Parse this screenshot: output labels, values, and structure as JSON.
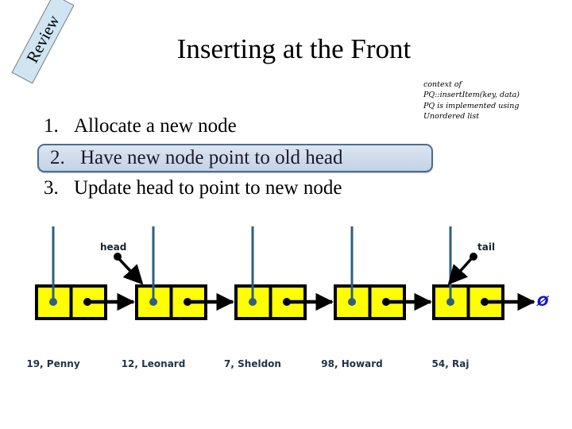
{
  "slide": {
    "review_tag": "Review",
    "title": "Inserting at the Front",
    "context_note": [
      "context of",
      "PQ::insertItem(key, data)",
      "PQ is implemented using",
      "Unordered list"
    ],
    "steps": [
      {
        "num": "1.",
        "text": "Allocate a new node",
        "highlighted": false
      },
      {
        "num": "2.",
        "text": "Have new node point to old head",
        "highlighted": true
      },
      {
        "num": "3.",
        "text": "Update head to point to new node",
        "highlighted": false
      }
    ]
  },
  "diagram": {
    "type": "linked-list",
    "head_label": "head",
    "tail_label": "tail",
    "null_symbol": "Ø",
    "nodes": [
      {
        "key": "19",
        "value": "Penny",
        "label": "19, Penny"
      },
      {
        "key": "12",
        "value": "Leonard",
        "label": "12, Leonard"
      },
      {
        "key": "7",
        "value": "Sheldon",
        "label": "7, Sheldon"
      },
      {
        "key": "98",
        "value": "Howard",
        "label": "98, Howard"
      },
      {
        "key": "54",
        "value": "Raj",
        "label": "54, Raj"
      }
    ]
  },
  "colors": {
    "node_fill": "#ffff00",
    "node_border": "#000000",
    "label_text": "#1f3348",
    "pointer_arrow": "#2e5f82",
    "null_symbol": "#1414cc",
    "highlight_border": "#4a6c92",
    "highlight_fill": "#cfdcec",
    "review_fill": "#cfe5f2"
  }
}
